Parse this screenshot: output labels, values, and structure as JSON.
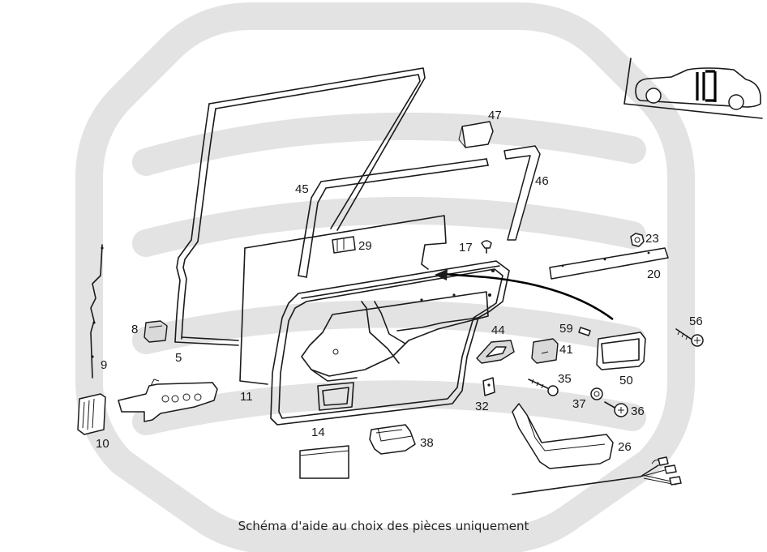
{
  "caption": "Schéma d'aide au choix des pièces uniquement",
  "watermark": {
    "color": "#e3e3e3"
  },
  "part_labels": {
    "p5": "5",
    "p8": "8",
    "p9": "9",
    "p10": "10",
    "p11": "11",
    "p14": "14",
    "p17": "17",
    "p20": "20",
    "p23": "23",
    "p26": "26",
    "p29": "29",
    "p32": "32",
    "p35": "35",
    "p36": "36",
    "p37": "37",
    "p38": "38",
    "p41": "41",
    "p44": "44",
    "p45": "45",
    "p46": "46",
    "p47": "47",
    "p50": "50",
    "p56": "56",
    "p59": "59"
  }
}
